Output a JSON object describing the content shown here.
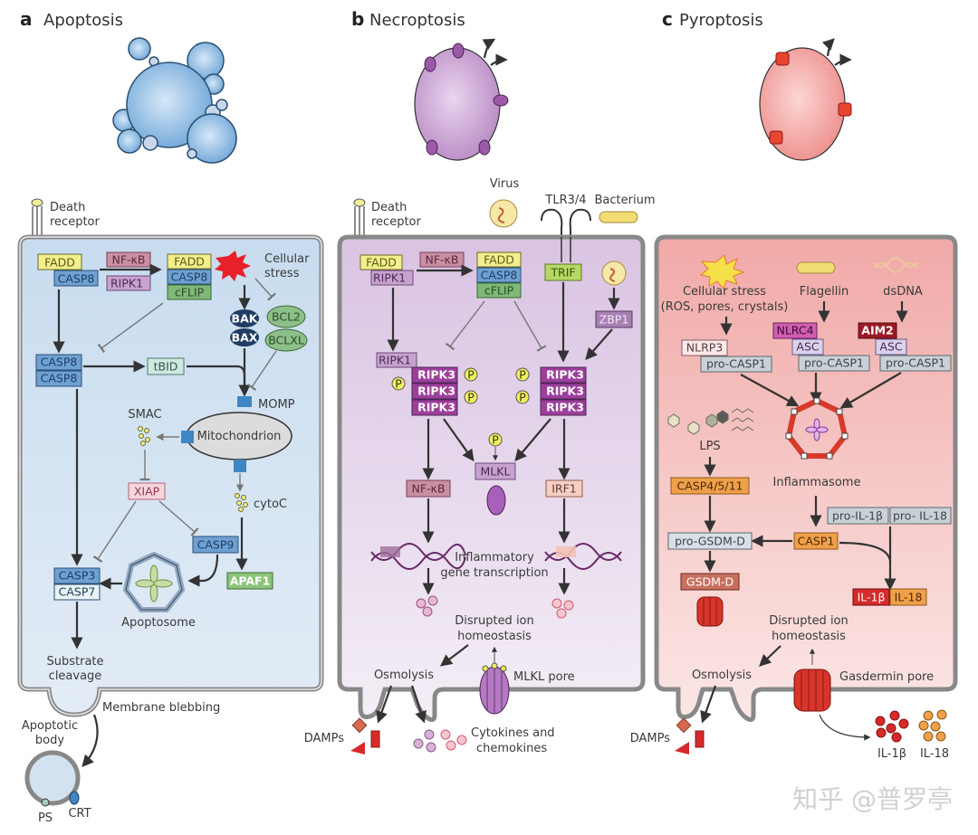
{
  "panels": {
    "a": {
      "letter": "a",
      "title": "Apoptosis",
      "color": "#c9dcef",
      "death_receptor": [
        "Death",
        "receptor"
      ],
      "boxes": {
        "fadd1": "FADD",
        "casp8_1": "CASP8",
        "nfkb": "NF-κB",
        "ripk1": "RIPK1",
        "fadd2": "FADD",
        "casp8_2": "CASP8",
        "cflip": "cFLIP",
        "casp8_3": "CASP8",
        "casp8_4": "CASP8",
        "tbid": "tBID",
        "bak": "BAK",
        "bax": "BAX",
        "bcl2": "BCL2",
        "bclxl": "BCLXL",
        "xiap": "XIAP",
        "casp9": "CASP9",
        "apaf1": "APAF1",
        "casp3": "CASP3",
        "casp7": "CASP7"
      },
      "labels": {
        "cellular_stress": [
          "Cellular",
          "stress"
        ],
        "momp": "MOMP",
        "smac": "SMAC",
        "mitochondrion": "Mitochondrion",
        "cytoc": "cytoC",
        "apoptosome": "Apoptosome",
        "substrate": [
          "Substrate",
          "cleavage"
        ],
        "blebbing": "Membrane blebbing",
        "apoptotic_body": [
          "Apoptotic",
          "body"
        ],
        "ps": "PS",
        "crt": "CRT"
      }
    },
    "b": {
      "letter": "b",
      "title": "Necroptosis",
      "color": "#e3d3e9",
      "death_receptor": [
        "Death",
        "receptor"
      ],
      "boxes": {
        "fadd1": "FADD",
        "ripk1": "RIPK1",
        "nfkb1": "NF-κB",
        "fadd2": "FADD",
        "casp8": "CASP8",
        "cflip": "cFLIP",
        "trif": "TRIF",
        "zbp1": "ZBP1",
        "ripk1b": "RIPK1",
        "ripk3": "RIPK3",
        "p": "P",
        "mlkl": "MLKL",
        "nfkb2": "NF-κB",
        "irf1": "IRF1"
      },
      "labels": {
        "virus": "Virus",
        "tlr": "TLR3/4",
        "bacterium": "Bacterium",
        "transcription": [
          "Inflammatory",
          "gene transcription"
        ],
        "ion": [
          "Disrupted ion",
          "homeostasis"
        ],
        "osmolysis": "Osmolysis",
        "mlkl_pore": "MLKL pore",
        "damps": "DAMPs",
        "cytokines": [
          "Cytokines and",
          "chemokines"
        ]
      }
    },
    "c": {
      "letter": "c",
      "title": "Pyroptosis",
      "color": "#f3c4c2",
      "boxes": {
        "nlrp3": "NLRP3",
        "procasp1": "pro-CASP1",
        "nlrc4": "NLRC4",
        "asc": "ASC",
        "aim2": "AIM2",
        "casp4511": "CASP4/5/11",
        "proil1b": "pro-IL-1β",
        "proil18": "pro- IL-18",
        "progsdmd": "pro-GSDM-D",
        "casp1": "CASP1",
        "gsdmd": "GSDM-D",
        "il1b": "IL-1β",
        "il18": "IL-18"
      },
      "labels": {
        "stress": [
          "Cellular stress",
          "(ROS, pores, crystals)"
        ],
        "flagellin": "Flagellin",
        "dsdna": "dsDNA",
        "lps": "LPS",
        "inflammasome": "Inflammasome",
        "ion": [
          "Disrupted ion",
          "homeostasis"
        ],
        "osmolysis": "Osmolysis",
        "gasdermin_pore": "Gasdermin pore",
        "damps": "DAMPs",
        "il1b_out": "IL-1β",
        "il18_out": "IL-18"
      }
    }
  },
  "watermark": "知乎 @普罗亭"
}
